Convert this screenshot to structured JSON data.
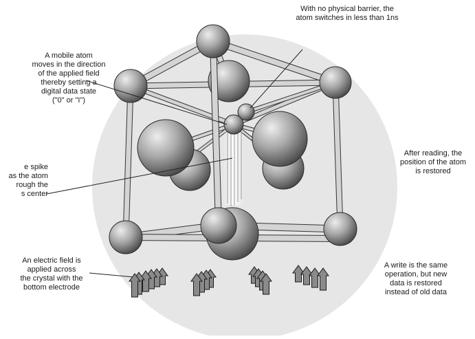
{
  "labels": {
    "top_right": "With no physical barrier, the\natom switches in less than 1ns",
    "top_left": "A mobile atom\nmoves in the direction\nof the applied field\nthereby setting a\ndigital data state\n(\"0\" or \"I\")",
    "mid_left": "e spike\nas the atom\nrough the\ns center",
    "right_mid": "After reading, the\nposition of the atom\nis restored",
    "bottom_left": "An electric field is\napplied across\nthe crystal with the\nbottom electrode",
    "bottom_right": "A write is the same\noperation, but new\ndata is restored\ninstead of old data"
  },
  "colors": {
    "background_disc": "#e6e6e6",
    "atom_dark": "#3a3a3a",
    "atom_light": "#e8e8e8",
    "bond_fill": "#d2d2d2",
    "bond_edge": "#333333",
    "arrow_fill": "#8a8a8a"
  },
  "icons": [
    "crystal-lattice-diagram",
    "field-arrow-icon"
  ]
}
